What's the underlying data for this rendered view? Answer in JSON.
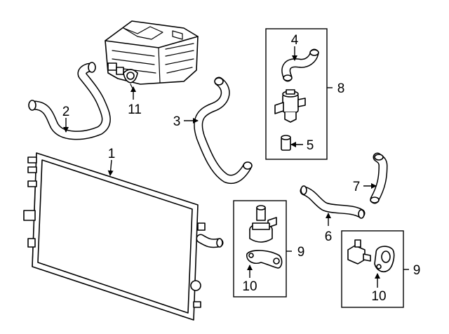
{
  "callouts": {
    "radiator": "1",
    "hose_left": "2",
    "hose_center": "3",
    "hose_upper_kit": "4",
    "insert": "5",
    "hose_lower_right": "6",
    "hose_short_right": "7",
    "kit_group": "8",
    "pump_group_left": "9",
    "pump_group_right": "9",
    "bracket_left": "10",
    "bracket_right": "10",
    "inverter": "11"
  }
}
